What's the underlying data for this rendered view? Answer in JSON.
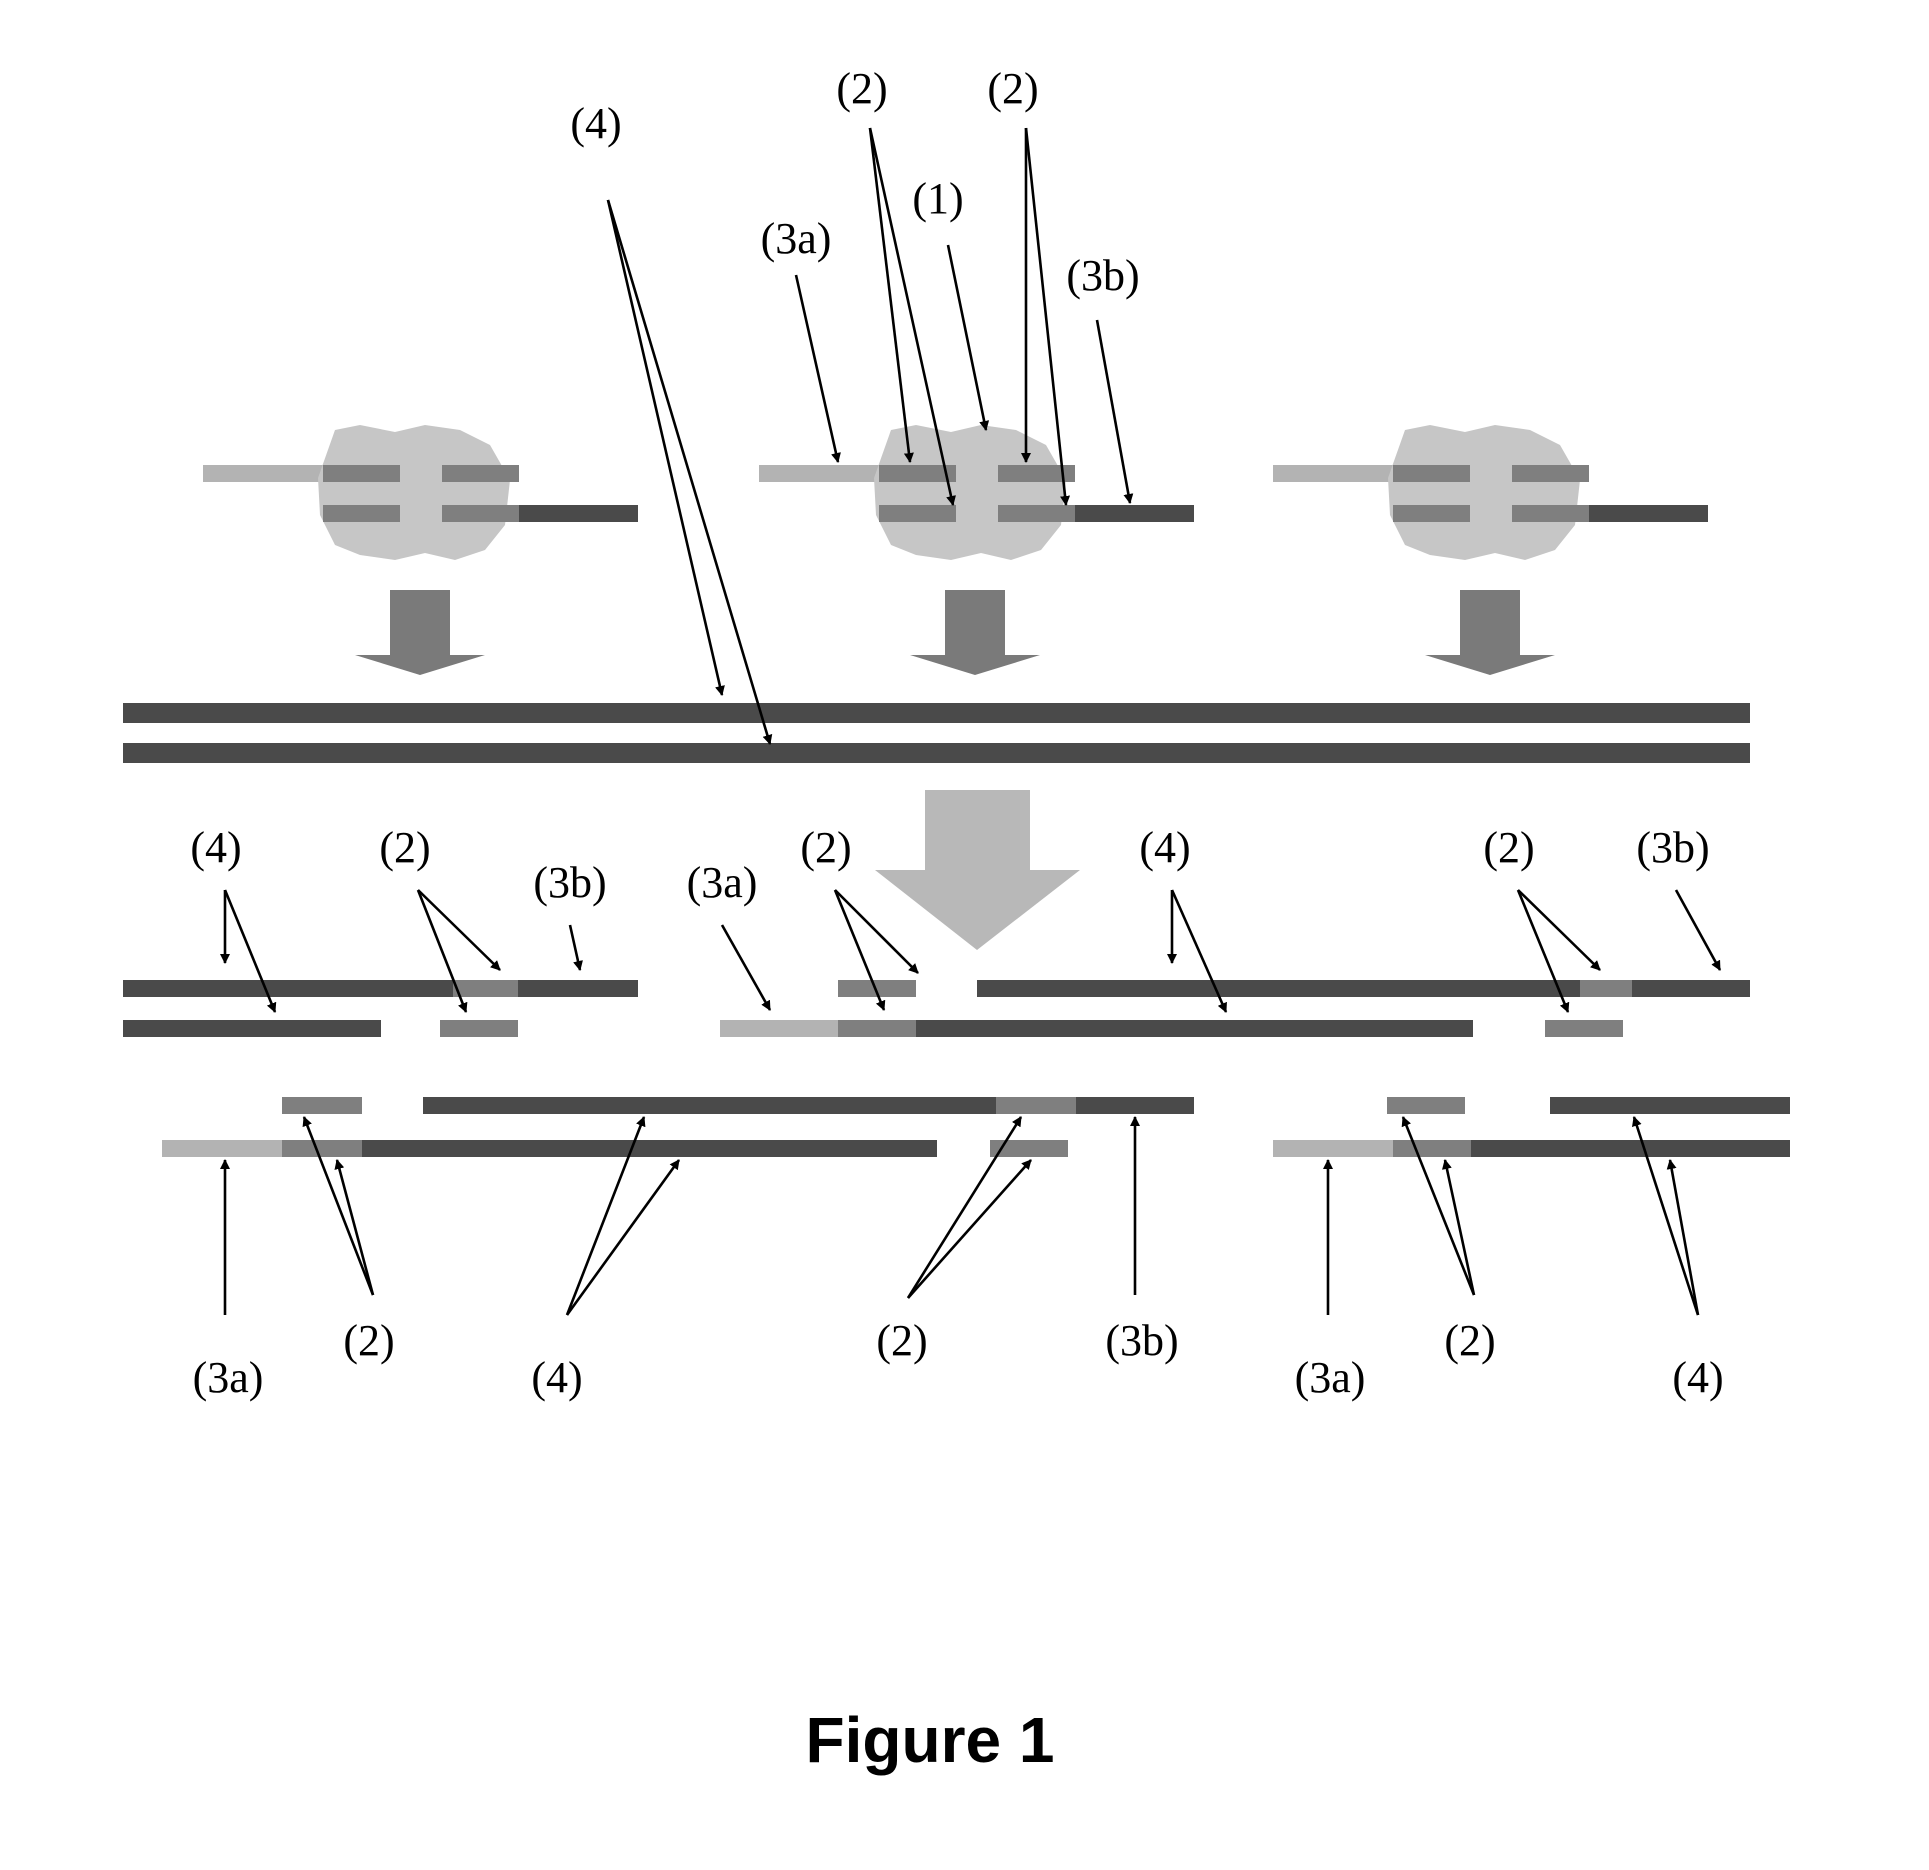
{
  "figure": {
    "caption": "Figure 1"
  },
  "labels": {
    "top_4": "(4)",
    "top_2a": "(2)",
    "top_2b": "(2)",
    "top_1": "(1)",
    "top_3a": "(3a)",
    "top_3b": "(3b)",
    "mid_left_4": "(4)",
    "mid_left_2": "(2)",
    "mid_left_3b": "(3b)",
    "mid_center_3a": "(3a)",
    "mid_center_2": "(2)",
    "mid_center_4": "(4)",
    "mid_right_2": "(2)",
    "mid_right_3b": "(3b)",
    "bot_3a_left": "(3a)",
    "bot_2_left": "(2)",
    "bot_4_left": "(4)",
    "bot_2_center": "(2)",
    "bot_3b_center": "(3b)",
    "bot_3a_right": "(3a)",
    "bot_2_right": "(2)",
    "bot_4_right": "(4)"
  },
  "colors": {
    "dark_strand": "#4a4a4a",
    "medium_strand": "#7f7f7f",
    "light_strand": "#b3b3b3",
    "complex_blob": "#c6c6c6",
    "arrow_fill": "#7a7a7a"
  }
}
